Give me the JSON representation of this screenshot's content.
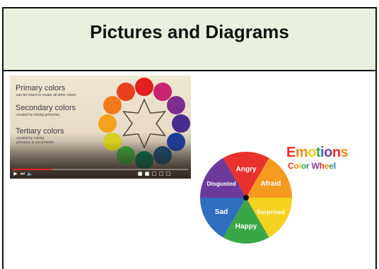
{
  "header": {
    "title": "Pictures and Diagrams"
  },
  "video": {
    "primary_title": "Primary colors",
    "primary_sub": "can be mixed to create all other colors",
    "secondary_title": "Secondary colors",
    "secondary_sub": "created by mixing primaries",
    "tertiary_title": "Tertiary colors",
    "tertiary_sub_1": "created by mixing",
    "tertiary_sub_2": "primaries & secondaries",
    "progress": 0.22,
    "wheel_colors": [
      "#e4201f",
      "#c8246f",
      "#7e2e8f",
      "#4a2b8e",
      "#1d3d93",
      "#1d4a6e",
      "#0a6a48",
      "#3f9d3a",
      "#d5cf1e",
      "#f3a21b",
      "#ef7a1d",
      "#e8401f"
    ],
    "icons": [
      "play-icon",
      "skip-next-icon",
      "volume-icon",
      "settings-icon",
      "subtitles-icon",
      "miniplayer-icon",
      "theater-icon",
      "fullscreen-icon"
    ]
  },
  "emotions": {
    "title_word1": "Emotions",
    "title_word2": "Color Wheel",
    "title1_colors": [
      "#e63228",
      "#f08a1c",
      "#f5c81c",
      "#38a545",
      "#2f6fc0",
      "#7b3fa0",
      "#e63228",
      "#f08a1c"
    ],
    "title2_colors": [
      "#e63228",
      "#f08a1c",
      "#f5c81c",
      "#38a545",
      "#2f6fc0",
      " ",
      "#7b3fa0",
      "#e63228",
      "#f08a1c",
      "#38a545",
      "#2f6fc0"
    ],
    "segments": [
      {
        "label": "Angry",
        "color": "#e8322b"
      },
      {
        "label": "Afraid",
        "color": "#f39a1f"
      },
      {
        "label": "Surprised",
        "color": "#f5d21f"
      },
      {
        "label": "Happy",
        "color": "#3ba646"
      },
      {
        "label": "Sad",
        "color": "#2e6fbe"
      },
      {
        "label": "Disgusted",
        "color": "#6d3a9c"
      }
    ]
  }
}
